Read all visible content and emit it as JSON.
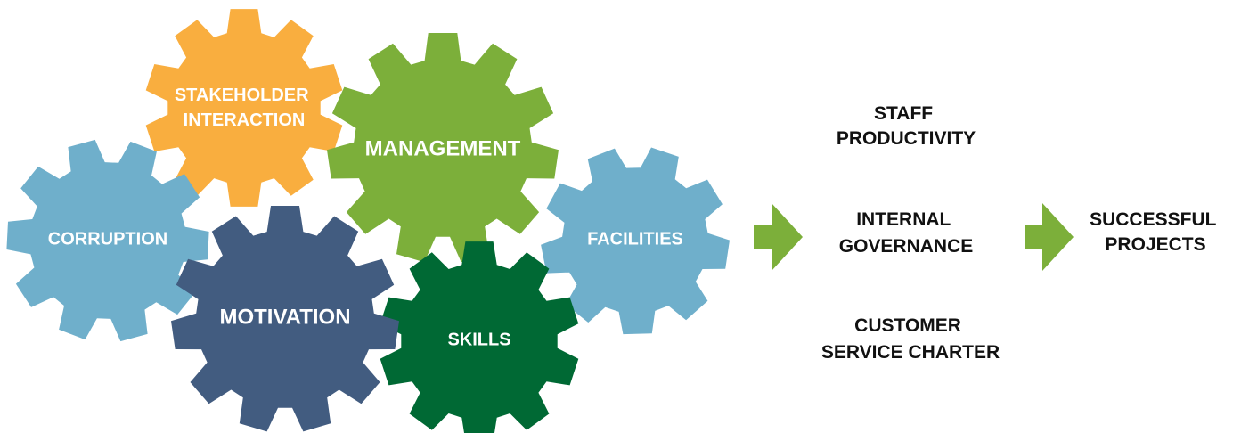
{
  "colors": {
    "orange": "#F9AE3F",
    "light_green": "#7CAF3A",
    "light_blue": "#6FAFCB",
    "navy": "#425C80",
    "dark_green": "#006934",
    "arrow_green": "#7CAF3A",
    "text_dark": "#111111"
  },
  "gears": {
    "stakeholder": {
      "line1": "STAKEHOLDER",
      "line2": "INTERACTION",
      "color_key": "orange"
    },
    "management": {
      "label": "MANAGEMENT",
      "color_key": "light_green"
    },
    "corruption": {
      "label": "CORRUPTION",
      "color_key": "light_blue"
    },
    "facilities": {
      "label": "FACILITIES",
      "color_key": "light_blue"
    },
    "motivation": {
      "label": "MOTIVATION",
      "color_key": "navy"
    },
    "skills": {
      "label": "SKILLS",
      "color_key": "dark_green"
    }
  },
  "outcomes": {
    "staff_productivity": {
      "line1": "STAFF",
      "line2": "PRODUCTIVITY"
    },
    "internal_governance": {
      "line1": "INTERNAL",
      "line2": "GOVERNANCE"
    },
    "customer_service_charter": {
      "line1": "CUSTOMER",
      "line2": "SERVICE CHARTER"
    }
  },
  "final_outcome": {
    "line1": "SUCCESSFUL",
    "line2": "PROJECTS"
  }
}
